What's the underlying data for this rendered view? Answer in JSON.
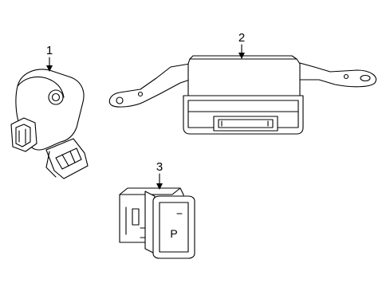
{
  "callouts": [
    {
      "number": "1",
      "part": "sensor"
    },
    {
      "number": "2",
      "part": "control-module"
    },
    {
      "number": "3",
      "part": "switch"
    }
  ],
  "switch_face_symbol": "P"
}
